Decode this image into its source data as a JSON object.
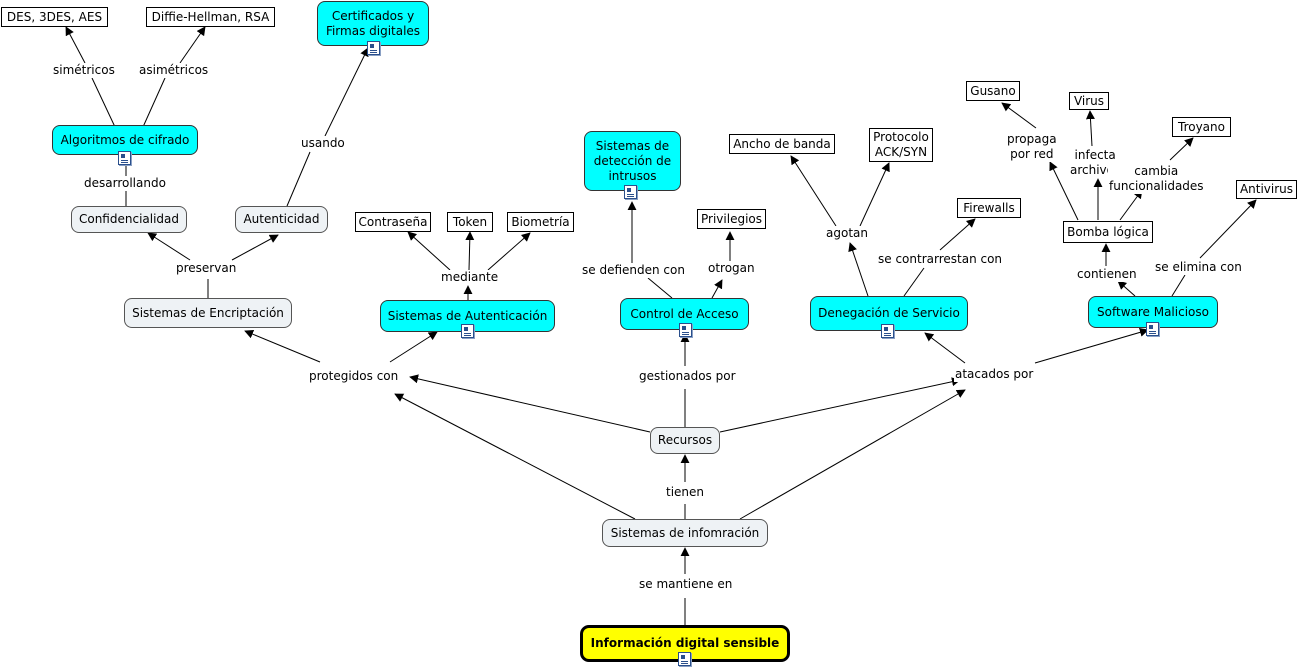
{
  "nodes": {
    "des": "DES, 3DES, AES",
    "diffie": "Diffie-Hellman, RSA",
    "certificados": "Certificados y\nFirmas digitales",
    "algoritmos": "Algoritmos de cifrado",
    "confidencialidad": "Confidencialidad",
    "autenticidad": "Autenticidad",
    "encriptacion": "Sistemas de Encriptación",
    "contrasena": "Contraseña",
    "token": "Token",
    "biometria": "Biometría",
    "autenticacion": "Sistemas de Autenticación",
    "ids": "Sistemas de\ndetección de\nintrusos",
    "privilegios": "Privilegios",
    "control": "Control de Acceso",
    "ancho": "Ancho de banda",
    "protocolo": "Protocolo\nACK/SYN",
    "firewalls": "Firewalls",
    "denegacion": "Denegación de Servicio",
    "gusano": "Gusano",
    "virus": "Virus",
    "troyano": "Troyano",
    "antivirus": "Antivirus",
    "bomba": "Bomba lógica",
    "software": "Software Malicioso",
    "recursos": "Recursos",
    "sistemas_info": "Sistemas de infomración",
    "info": "Información digital sensible"
  },
  "links": {
    "simetricos": "simétricos",
    "asimetricos": "asimétricos",
    "usando": "usando",
    "desarrollando": "desarrollando",
    "preservan": "preservan",
    "mediante": "mediante",
    "defienden": "se defienden con",
    "otrogan": "otrogan",
    "agotan": "agotan",
    "contrarrestan": "se contrarrestan con",
    "propaga": "propaga\npor red",
    "infecta": "infecta\narchivos",
    "cambia": "cambia\nfuncionalidades",
    "elimina": "se elimina con",
    "contienen": "contienen",
    "protegidos": "protegidos con",
    "gestionados": "gestionados por",
    "atacados": "atacados por",
    "tienen": "tienen",
    "mantiene": "se mantiene en"
  }
}
